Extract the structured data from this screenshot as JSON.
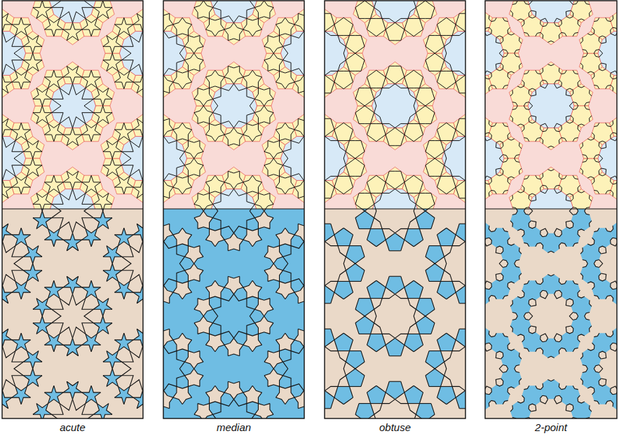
{
  "diagram": {
    "labels": [
      "acute",
      "median",
      "obtuse",
      "2-point"
    ]
  }
}
